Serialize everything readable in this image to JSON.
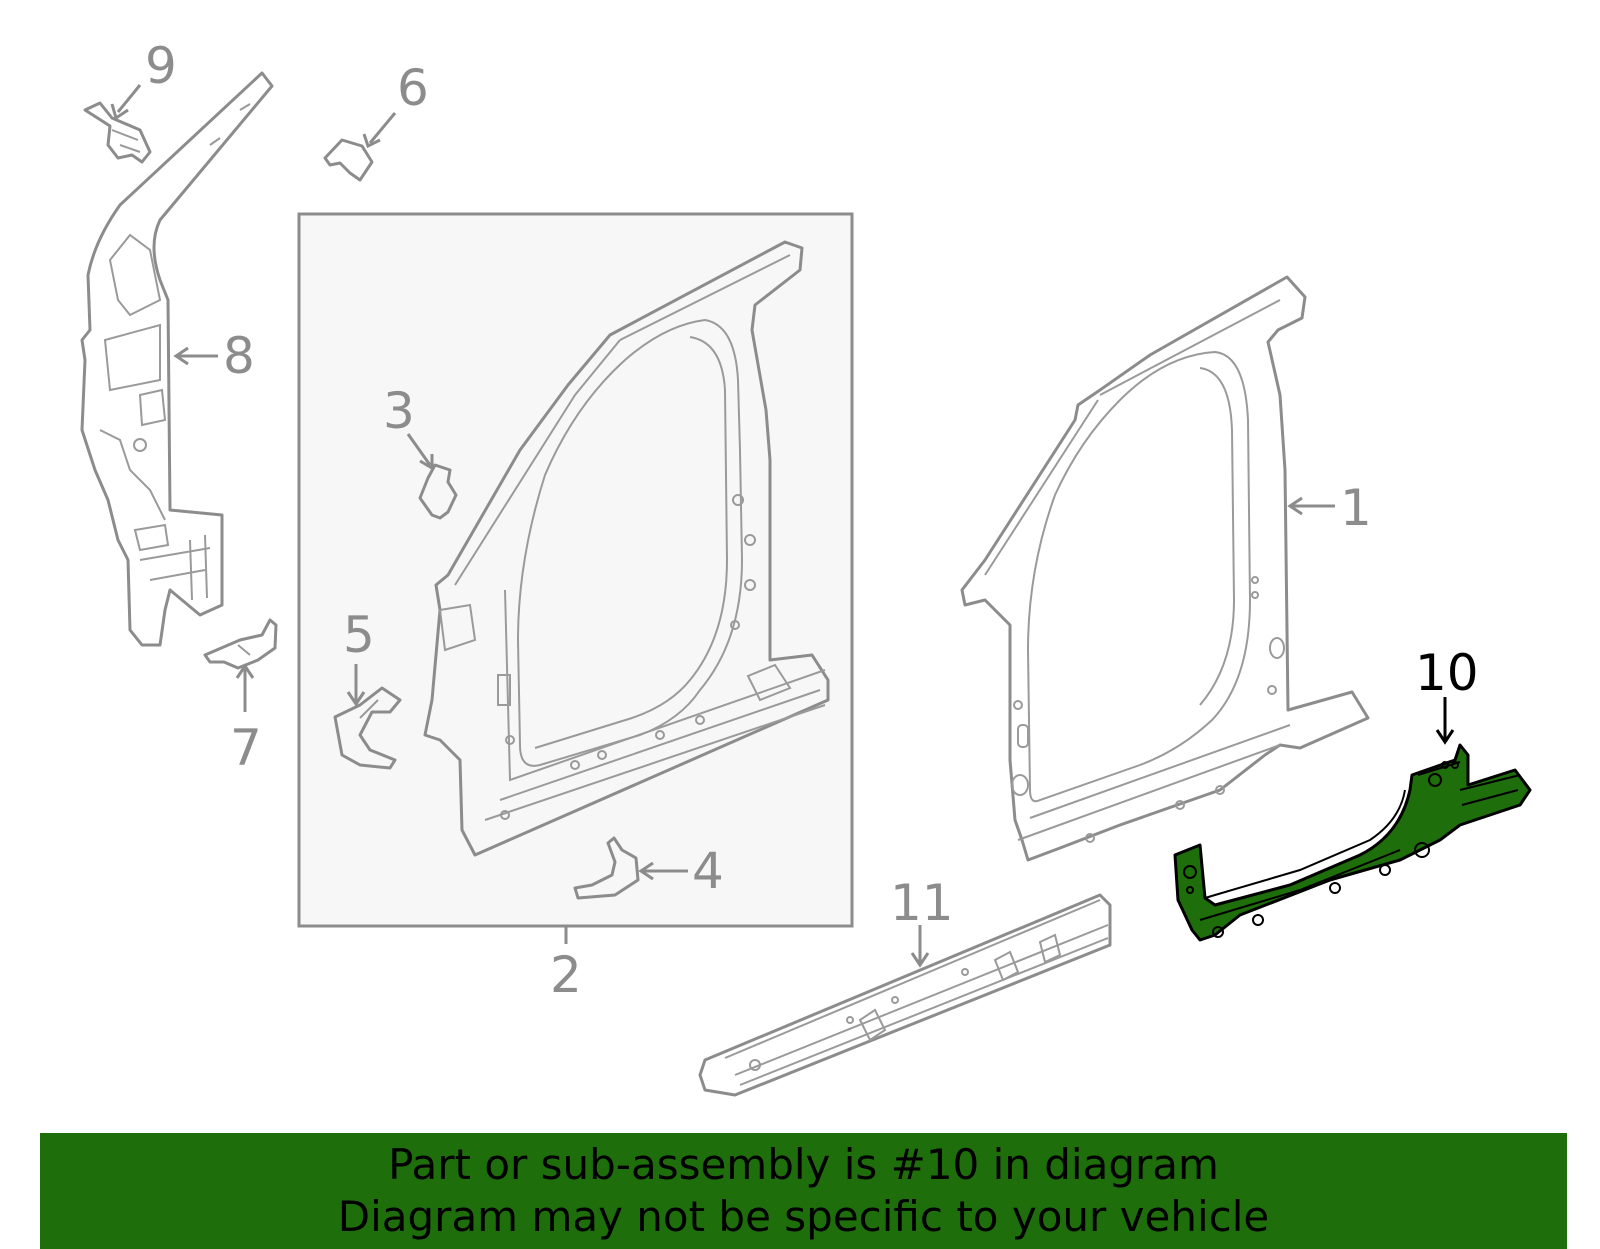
{
  "callouts": {
    "c1": "1",
    "c2": "2",
    "c3": "3",
    "c4": "4",
    "c5": "5",
    "c6": "6",
    "c7": "7",
    "c8": "8",
    "c9": "9",
    "c10": "10",
    "c11": "11"
  },
  "banner": {
    "line1": "Part or sub-assembly is #10 in diagram",
    "line2": "Diagram may not be specific to your vehicle"
  },
  "colors": {
    "highlight": "#1f6e0c",
    "parts": "#8c8c8c",
    "box_fill": "#f7f7f7"
  }
}
